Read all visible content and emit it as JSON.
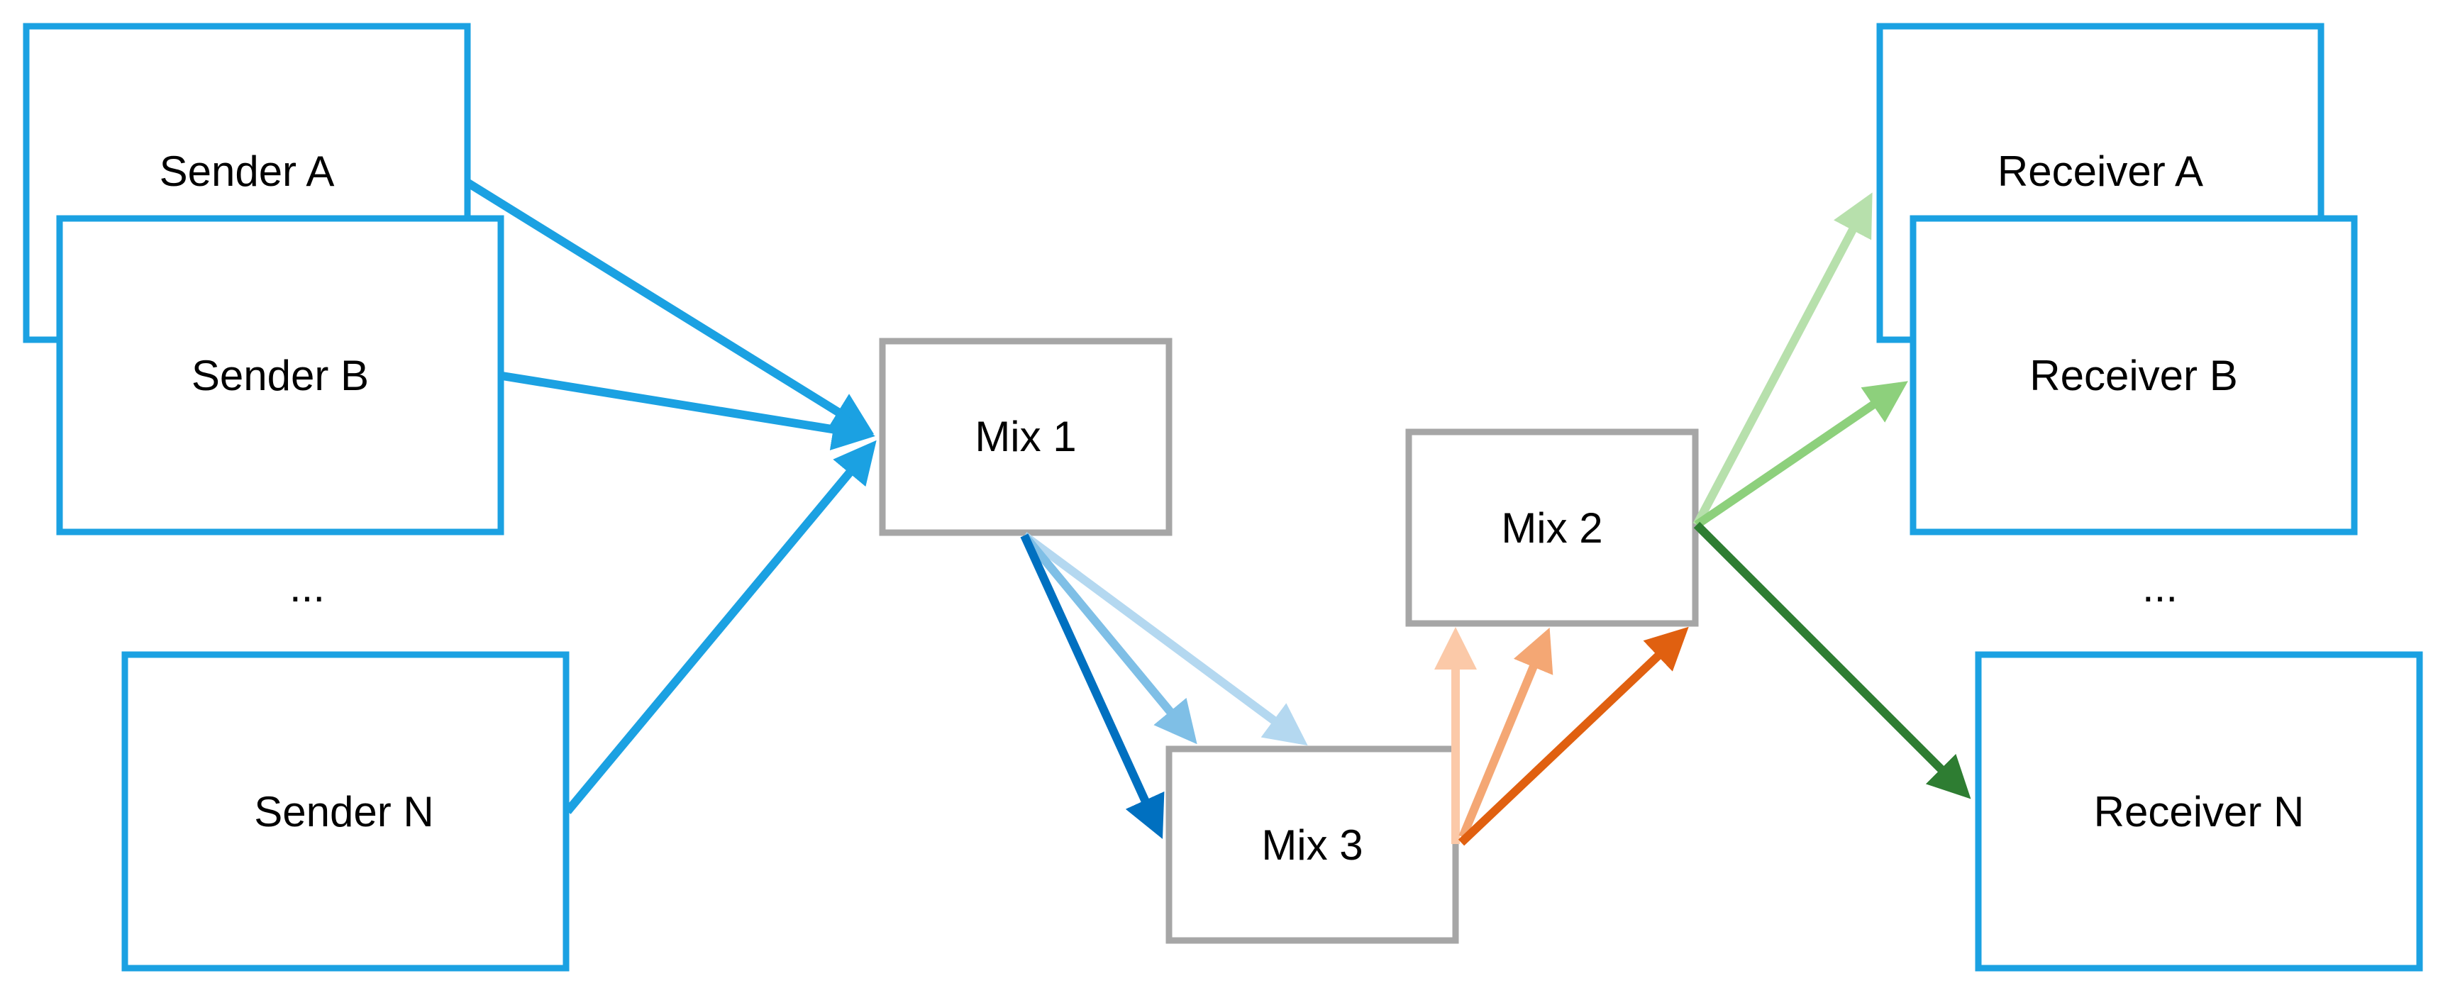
{
  "senders": {
    "sender_a": {
      "label": "Sender A"
    },
    "sender_b": {
      "label": "Sender B"
    },
    "ellipsis": "...",
    "sender_n": {
      "label": "Sender N"
    }
  },
  "mixes": {
    "mix_1": {
      "label": "Mix 1"
    },
    "mix_2": {
      "label": "Mix 2"
    },
    "mix_3": {
      "label": "Mix 3"
    }
  },
  "receivers": {
    "receiver_a": {
      "label": "Receiver A"
    },
    "receiver_b": {
      "label": "Receiver B"
    },
    "ellipsis": "...",
    "receiver_n": {
      "label": "Receiver N"
    }
  },
  "colors": {
    "party_border": "#1BA1E2",
    "mix_border": "#A6A6A6",
    "sender_arrow": "#1BA1E2",
    "mix1_to_mix3_dark": "#0070C0",
    "mix1_to_mix3_mid": "#7FBFE6",
    "mix1_to_mix3_light": "#B4D8F0",
    "mix3_to_mix2_light": "#FBC9A8",
    "mix3_to_mix2_mid": "#F4A774",
    "mix3_to_mix2_dark": "#E06010",
    "mix2_to_receiver_light": "#B7E0AC",
    "mix2_to_receiver_mid": "#8DD07C",
    "mix2_to_receiver_dark": "#2E7D32"
  }
}
